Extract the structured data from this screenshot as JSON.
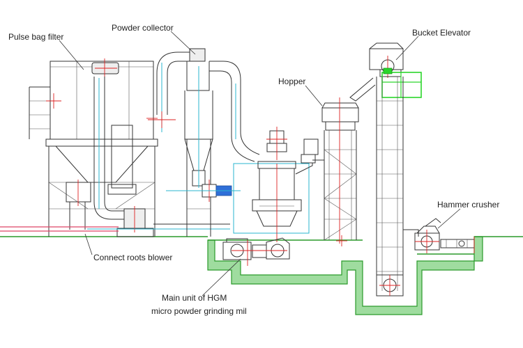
{
  "labels": {
    "pulse_bag_filter": "Pulse bag filter",
    "powder_collector": "Powder collector",
    "bucket_elevator": "Bucket Elevator",
    "hopper": "Hopper",
    "hammer_crusher": "Hammer crusher",
    "connect_roots_blower": "Connect roots blower",
    "main_unit_line1": "Main unit of HGM",
    "main_unit_line2": "micro powder grinding mil"
  },
  "colors": {
    "foundation": "#9fdc9f",
    "foundation_outline": "#2a9a2a",
    "pipe_highlight": "#29b6cf",
    "center_marks": "#dd2222",
    "motor": "#2f6fd8"
  }
}
